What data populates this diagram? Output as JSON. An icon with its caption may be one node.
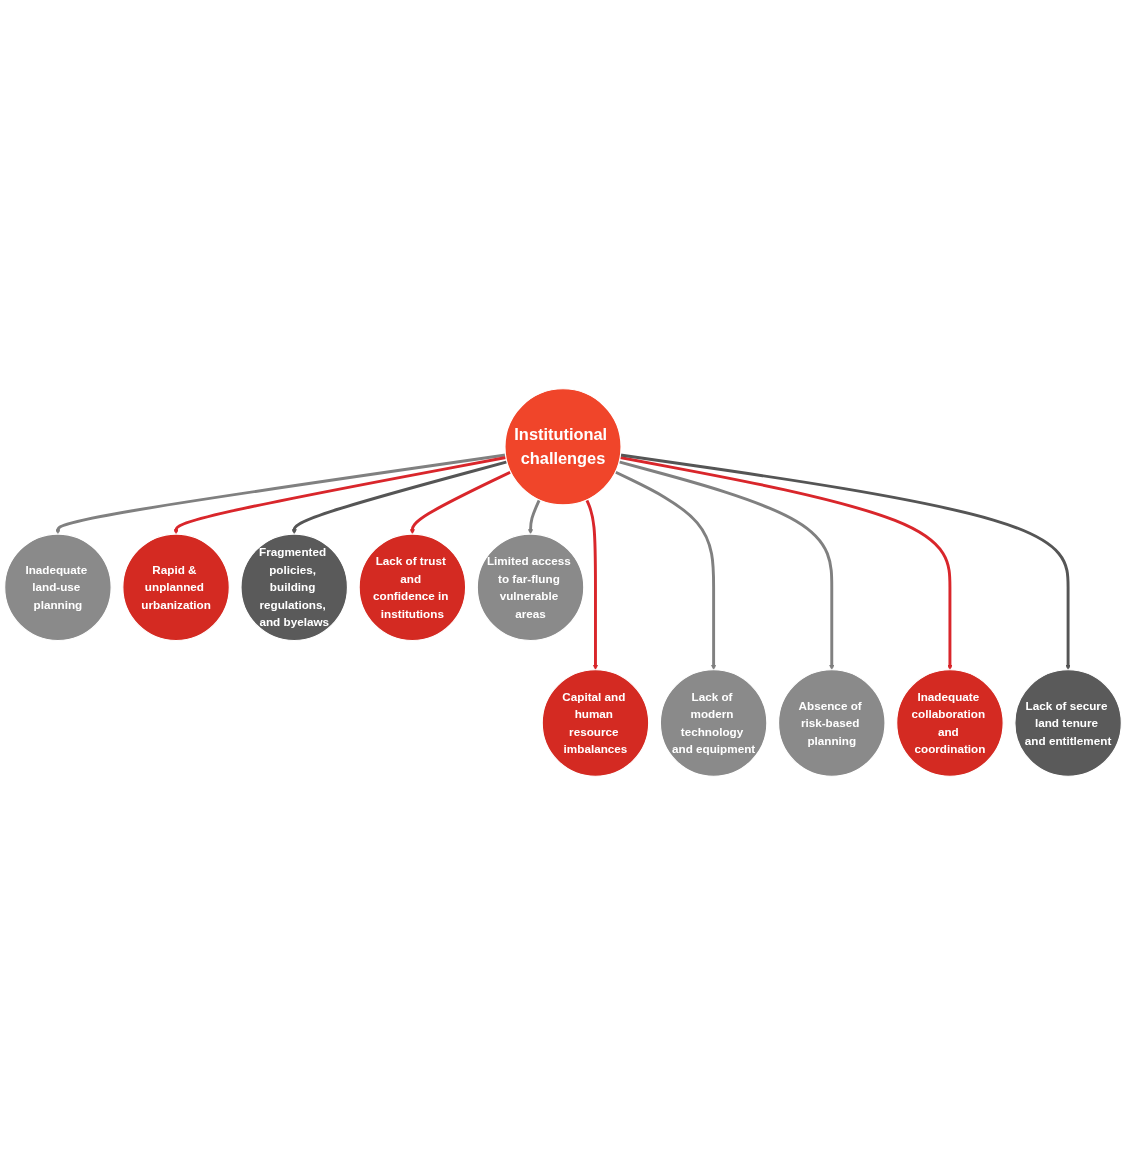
{
  "diagram": {
    "nodes": [
      {
        "text": [
          "Institutional challenges"
        ]
      },
      {
        "text": [
          "Inadequate land-use planning"
        ]
      },
      {
        "text": [
          "Rapid & unplanned urbanization"
        ]
      },
      {
        "text": [
          "Fragmented policies, building regulations, and byelaws"
        ]
      },
      {
        "text": [
          "Capital and human resource imbalances"
        ]
      },
      {
        "text": [
          "Lack of modern technology and equipment"
        ]
      },
      {
        "text": [
          "Absence of risk-based planning"
        ]
      },
      {
        "text": [
          "Inadequate collaboration and coordination"
        ]
      },
      {
        "text": [
          "Lack of secure land tenure and entitlement"
        ]
      },
      {
        "text": [
          "Lack of trust and confidence in institutions"
        ]
      },
      {
        "text": [
          "Limited access to far-flung vulnerable areas"
        ]
      }
    ],
    "edges": [
      {
        "from": 0,
        "to": 1,
        "arrow": "to"
      },
      {
        "from": 0,
        "to": 2,
        "arrow": "to",
        "color": "#d9262b"
      },
      {
        "from": 0,
        "to": 3,
        "arrow": "to",
        "color": "#555555"
      },
      {
        "from": 0,
        "to": 4,
        "arrow": "to",
        "color": "#d9262b"
      },
      {
        "from": 0,
        "to": 5,
        "arrow": "to"
      },
      {
        "from": 0,
        "to": 6,
        "arrow": "to"
      },
      {
        "from": 0,
        "to": 7,
        "arrow": "to",
        "color": "#d9262b"
      },
      {
        "from": 0,
        "to": 8,
        "arrow": "to",
        "color": "#555555"
      },
      {
        "from": 0,
        "to": 9,
        "arrow": "to",
        "color": "#d9262b"
      },
      {
        "from": 0,
        "to": 10,
        "arrow": "to"
      }
    ]
  }
}
